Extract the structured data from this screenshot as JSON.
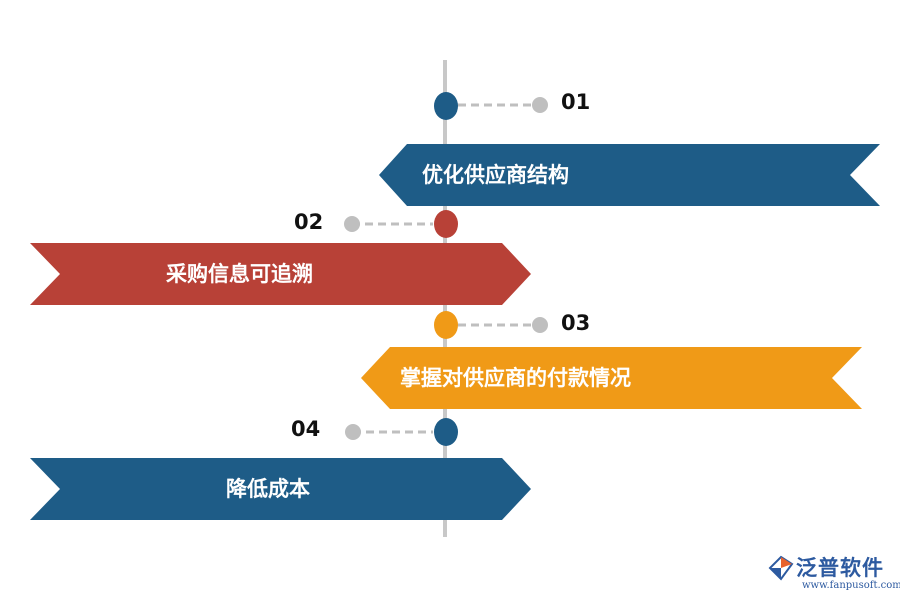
{
  "colors": {
    "blue": "#1e5c87",
    "red": "#b84137",
    "orange": "#f09a17",
    "gray": "#bfbfbf",
    "line": "#c8c8c8"
  },
  "steps": [
    {
      "number": "01",
      "label": "优化供应商结构",
      "color": "blue",
      "side": "right"
    },
    {
      "number": "02",
      "label": "采购信息可追溯",
      "color": "red",
      "side": "left"
    },
    {
      "number": "03",
      "label": "掌握对供应商的付款情况",
      "color": "orange",
      "side": "right"
    },
    {
      "number": "04",
      "label": "降低成本",
      "color": "blue",
      "side": "left"
    }
  ],
  "logo": {
    "icon": "fanpu-logo-icon",
    "name": "泛普软件",
    "url": "www.fanpusoft.com"
  }
}
